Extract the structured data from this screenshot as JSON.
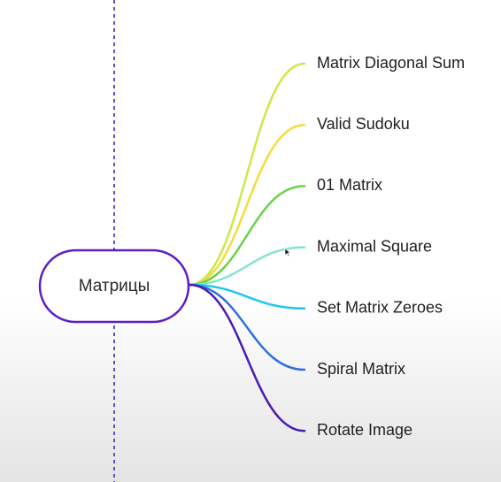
{
  "mindmap": {
    "root": {
      "label": "Матрицы",
      "border_color": "#5b1fc2"
    },
    "divider_color": "#5a4fcf",
    "branches": [
      {
        "label": "Matrix Diagonal Sum",
        "color": "#cde84a"
      },
      {
        "label": "Valid Sudoku",
        "color": "#f5dc3c"
      },
      {
        "label": "01 Matrix",
        "color": "#6ad24a"
      },
      {
        "label": "Maximal Square",
        "color": "#86e3cf"
      },
      {
        "label": "Set Matrix Zeroes",
        "color": "#21c8ee"
      },
      {
        "label": "Spiral Matrix",
        "color": "#2f6fd9"
      },
      {
        "label": "Rotate Image",
        "color": "#4a1bb0"
      }
    ],
    "cursor_icon": "arrow-cursor-icon"
  }
}
